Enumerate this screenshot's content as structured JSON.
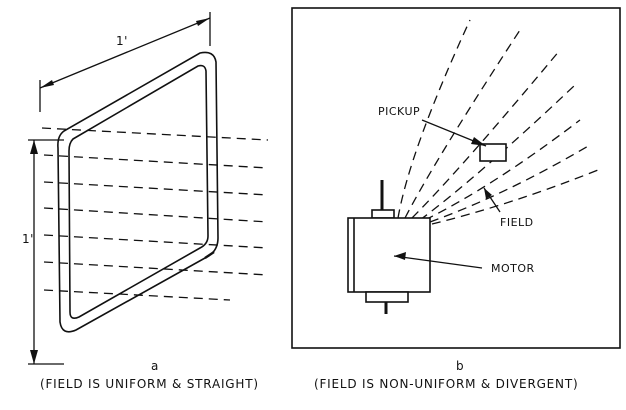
{
  "figure_a": {
    "dimension_top": "1'",
    "dimension_left": "1'",
    "panel_letter": "a",
    "caption": "(FIELD IS UNIFORM & STRAIGHT)"
  },
  "figure_b": {
    "labels": {
      "pickup": "PICKUP",
      "field": "FIELD",
      "motor": "MOTOR"
    },
    "panel_letter": "b",
    "caption": "(FIELD IS NON-UNIFORM & DIVERGENT)"
  },
  "colors": {
    "ink": "#111111",
    "paper": "#ffffff"
  }
}
